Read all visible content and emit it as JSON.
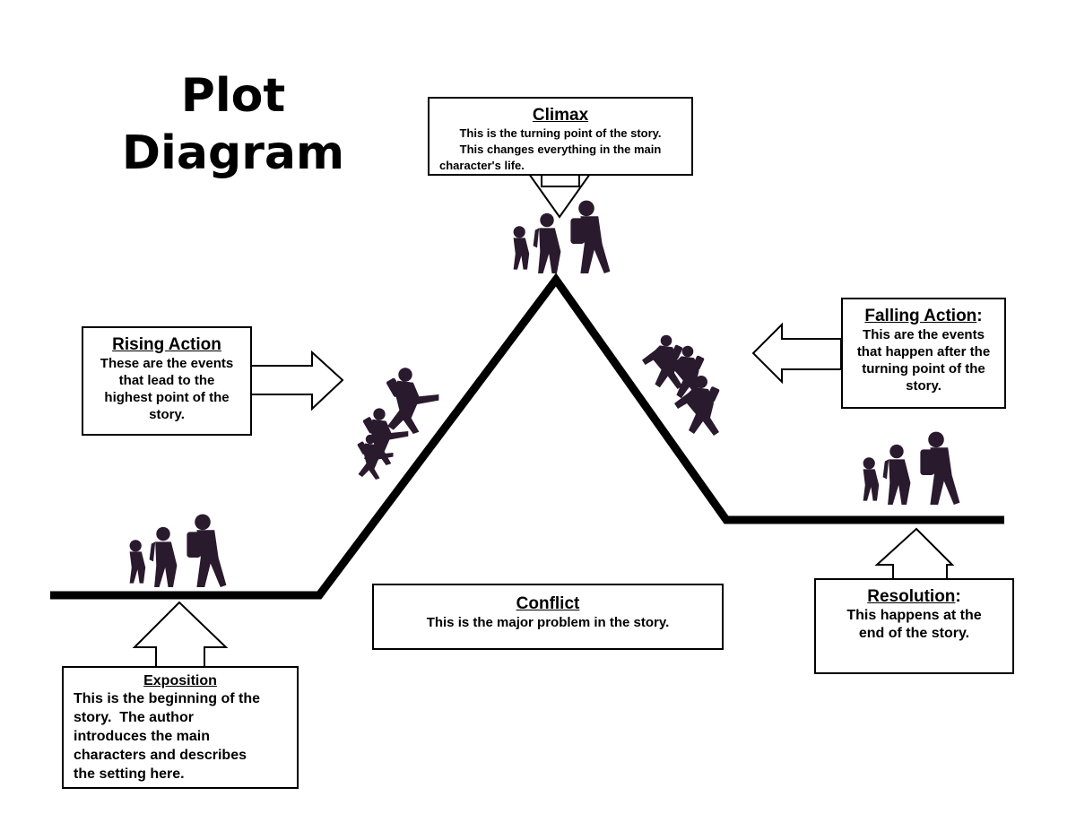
{
  "title": {
    "line1": "Plot",
    "line2": "Diagram"
  },
  "climax": {
    "heading": "Climax",
    "lines": [
      "This is the turning point of the story.",
      "This changes everything in the main",
      "character's life."
    ]
  },
  "rising_action": {
    "heading": "Rising Action",
    "lines": [
      "These are the events",
      "that lead to the",
      "highest point of the",
      "story."
    ]
  },
  "falling_action": {
    "heading": "Falling Action",
    "heading_suffix": ":",
    "lines": [
      "This are the events",
      "that happen after the",
      "turning point of the",
      "story."
    ]
  },
  "conflict": {
    "heading": "Conflict",
    "lines": [
      "This is the major problem in the story."
    ]
  },
  "resolution": {
    "heading": "Resolution",
    "heading_suffix": ":",
    "lines": [
      "This happens at the",
      "end of the story."
    ]
  },
  "exposition": {
    "heading": "Exposition",
    "lines": [
      "This is the beginning of the",
      "story.  The author",
      "introduces the main",
      "characters and describes",
      "the setting here."
    ]
  },
  "colors": {
    "line": "#000000",
    "figures": "#2a1a2e",
    "background": "#ffffff"
  },
  "icons": [
    "hiker-group-icon",
    "climber-icon",
    "descender-icon"
  ]
}
